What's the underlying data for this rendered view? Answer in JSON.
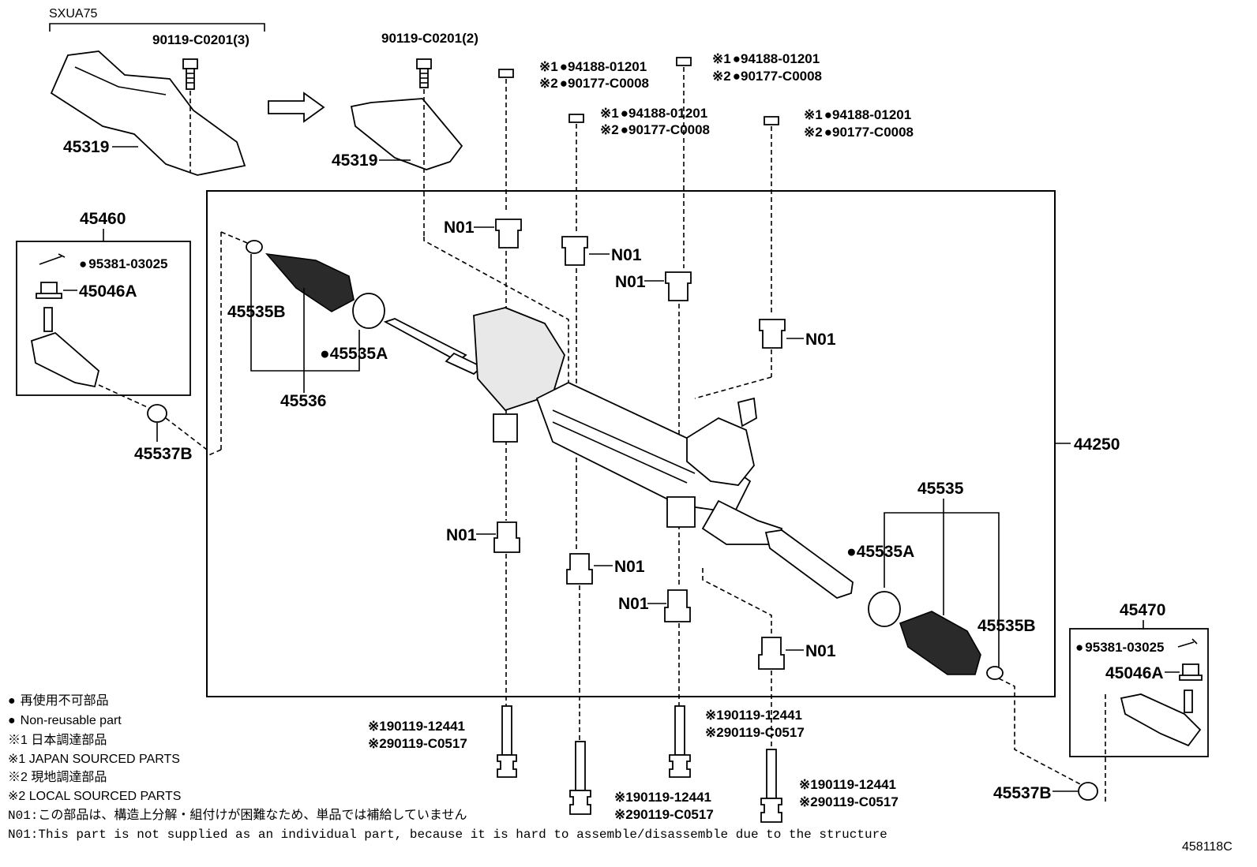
{
  "diagram_id": "458118C",
  "variant_label": "SXUA75",
  "parts": {
    "shield_bolt_left": "90119-C0201(3)",
    "shield_bolt_center": "90119-C0201(2)",
    "shield_left": "45319",
    "shield_center": "45319",
    "tie_rod_end_left_assy": "45460",
    "cotter_pin_left": "95381-03025",
    "nut_left": "45046A",
    "bushing_left": "45537B",
    "clamp_left": "45535B",
    "boot_set_left": "45536",
    "clip_left": "45535A",
    "gear_assy": "44250",
    "boot_set_right": "45535",
    "clip_right": "45535A",
    "clamp_right": "45535B",
    "tie_rod_end_right_assy": "45470",
    "cotter_pin_right": "95381-03025",
    "nut_right": "45046A",
    "bushing_right": "45537B",
    "n01": "N01"
  },
  "nut_callouts": {
    "mark1": "※1",
    "mark2": "※2",
    "nut_pn1": "94188-01201",
    "nut_pn2": "90177-C0008"
  },
  "bolt_callouts": {
    "mark1": "※1",
    "mark2": "※2",
    "bolt_pn1": "90119-12441",
    "bolt_pn2": "90119-C0517"
  },
  "legend": {
    "line1": "再使用不可部品",
    "line2": "Non-reusable part",
    "line3": "※1 日本調達部品",
    "line4": "※1 JAPAN SOURCED PARTS",
    "line5": "※2 現地調達部品",
    "line6": "※2 LOCAL SOURCED PARTS",
    "line7": "N01:この部品は、構造上分解・組付けが困難なため、単品では補給していません",
    "line8": "N01:This part is not supplied as an individual part, because it is hard to assemble/disassemble due to the structure"
  }
}
